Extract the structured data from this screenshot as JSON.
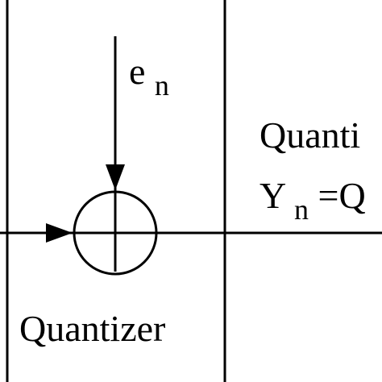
{
  "diagram": {
    "noise_label": {
      "base": "e",
      "subscript": "n"
    },
    "box_label": "Quantizer",
    "right_line1": "Quanti",
    "right_line2": {
      "base": "Y",
      "subscript": "n",
      "tail": "=Q"
    }
  },
  "colors": {
    "ink": "#000000",
    "background": "#ffffff"
  }
}
